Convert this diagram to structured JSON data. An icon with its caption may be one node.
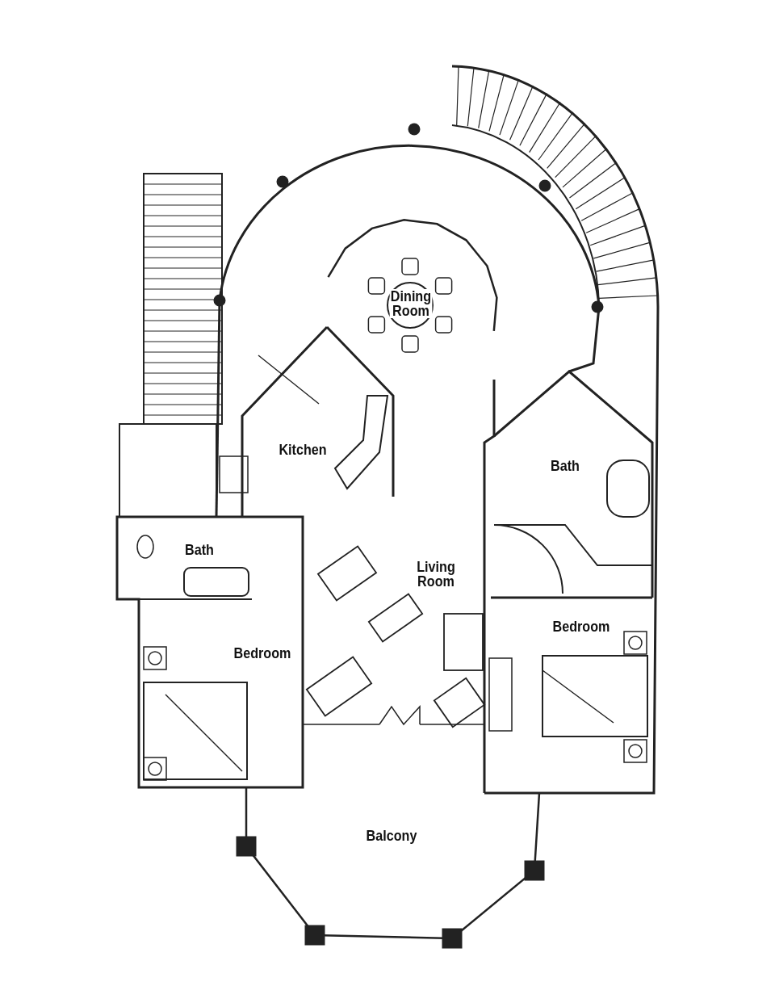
{
  "diagram": {
    "nodes": [
      {
        "text": [
          "Dining Room"
        ]
      },
      {
        "text": [
          "Kitchen"
        ]
      },
      {
        "text": [
          "Bath"
        ]
      },
      {
        "text": [
          "Bath"
        ]
      },
      {
        "text": [
          "Living Room"
        ]
      },
      {
        "text": [
          "Bedroom"
        ]
      },
      {
        "text": [
          "Bedroom"
        ]
      },
      {
        "text": [
          "Balcony"
        ]
      }
    ]
  }
}
